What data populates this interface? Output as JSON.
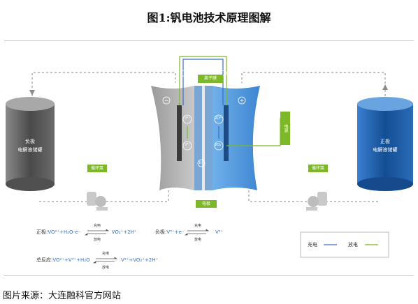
{
  "title": "图1:钒电池技术原理图解",
  "source": "图片来源：大连融科官方网站",
  "tanks": {
    "left": {
      "line1": "负极",
      "line2": "电解液储罐",
      "color": "#5a5a5a"
    },
    "right": {
      "line1": "正极",
      "line2": "电解液储罐",
      "color": "#1f5fa8"
    }
  },
  "labels": {
    "membrane": "离子膜",
    "electrode": "电极",
    "power": "电源",
    "pump_left": "循环泵",
    "pump_right": "循环泵",
    "minus": "−",
    "plus": "+"
  },
  "ions": {
    "v2": "V²⁺",
    "v3": "V³⁺",
    "v4": "VO²⁺",
    "v5": "VO₂⁺",
    "h": "H⁺",
    "e": "e⁻"
  },
  "equations": {
    "positive_prefix": "正极:",
    "positive_left": "VO²⁺+H₂O-e⁻",
    "positive_right": "VO₂⁺+2H⁺",
    "negative_prefix": "负极:",
    "negative_left": "V³⁺+e⁻",
    "negative_right": "V²⁺",
    "total_prefix": "总反应:",
    "total_left": "VO²⁺+V³⁺+H₂O",
    "total_right": "V²⁺+VO₂⁺+2H⁺",
    "charge": "充电",
    "discharge": "放电"
  },
  "legend": {
    "charge": "充电",
    "discharge": "放电"
  },
  "colors": {
    "green": "#7db828",
    "blue": "#1f5fa8",
    "gray": "#5a5a5a"
  }
}
